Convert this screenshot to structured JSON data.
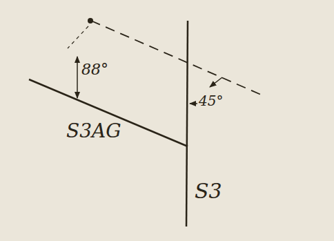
{
  "diagram": {
    "labels": [
      "88°",
      "45°",
      "S3AG",
      "S3"
    ]
  }
}
